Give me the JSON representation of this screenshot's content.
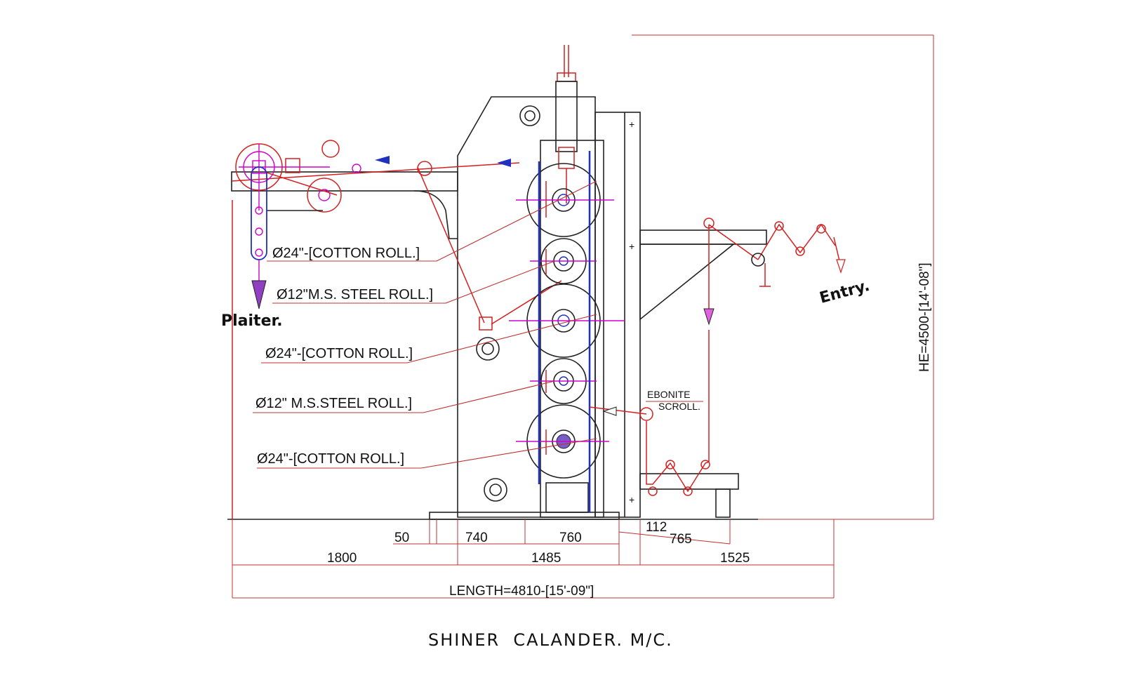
{
  "title": "SHINER  CALANDER. M/C.",
  "labels": {
    "plaiter": "Plaiter.",
    "entry": "Entry.",
    "ebonite_line1": "EBONITE",
    "ebonite_line2": "SCROLL."
  },
  "roll_labels": [
    "Ø24\"-[COTTON  ROLL.]",
    "Ø12\"M.S. STEEL ROLL.]",
    "Ø24\"-[COTTON  ROLL.]",
    "Ø12\" M.S.STEEL ROLL.]",
    "Ø24\"-[COTTON  ROLL.]"
  ],
  "dimensions": {
    "d50": "50",
    "d740": "740",
    "d760": "760",
    "d112": "112",
    "d765": "765",
    "d1800": "1800",
    "d1485": "1485",
    "d1525": "1525",
    "length": "LENGTH=4810-[15'-09\"]",
    "height": "HE=4500-[14'-08\"]"
  },
  "colors": {
    "outline": "#222222",
    "fabric_path": "#d42020",
    "center_lines": "#d000d0",
    "guides": "#2030c0"
  }
}
